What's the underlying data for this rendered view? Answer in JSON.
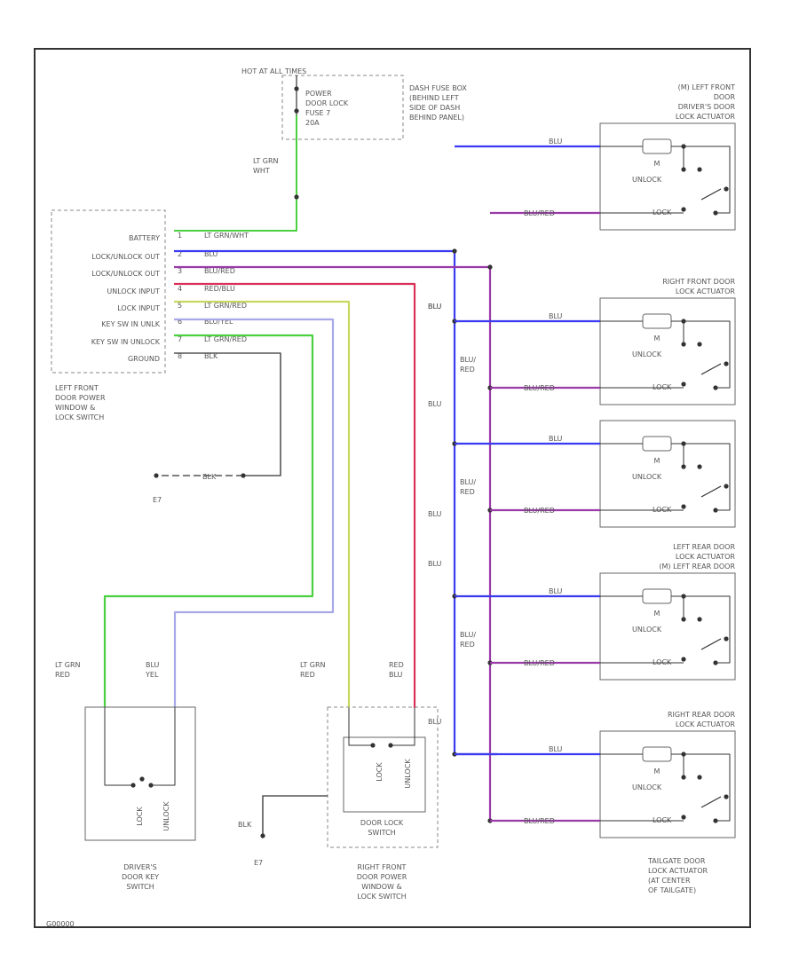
{
  "colors": {
    "blue": "#3a3af0",
    "violet": "#9a3aa8",
    "pink": "#d86aa0",
    "red": "#d83058",
    "green": "#4ad040",
    "yellow_green": "#c8d860",
    "lavender": "#a8a8e8",
    "gray": "#555555",
    "black": "#333333"
  },
  "fuse": {
    "hot": "HOT AT ALL TIMES",
    "label": [
      "POWER",
      "DOOR LOCK",
      "FUSE 7",
      "20A"
    ],
    "box": [
      "DASH FUSE BOX",
      "(BEHIND LEFT",
      "SIDE OF DASH",
      "BEHIND PANEL)"
    ],
    "wire": [
      "LT GRN",
      "WHT"
    ]
  },
  "left_switch": {
    "pins": [
      {
        "label": "BATTERY",
        "wire": "LT GRN/WHT"
      },
      {
        "label": "LOCK/UNLOCK OUT",
        "wire": "BLU"
      },
      {
        "label": "LOCK/UNLOCK OUT",
        "wire": "BLU/RED"
      },
      {
        "label": "UNLOCK INPUT",
        "wire": "RED/BLU"
      },
      {
        "label": "LOCK INPUT",
        "wire": "LT GRN/RED"
      },
      {
        "label": "KEY SW IN UNLK",
        "wire": "BLU/YEL"
      },
      {
        "label": "KEY SW IN UNLOCK",
        "wire": "LT GRN/RED"
      },
      {
        "label": "GROUND",
        "wire": "BLK"
      }
    ],
    "name": [
      "LEFT FRONT",
      "DOOR POWER",
      "WINDOW &",
      "LOCK SWITCH"
    ],
    "gnd_wire": "BLK",
    "gnd_ref": "E7"
  },
  "trunk_labels": [
    "BLU",
    "BLU/RED",
    "BLU",
    "BLU/RED",
    "BLU",
    "BLU/RED"
  ],
  "actuators": [
    {
      "name": [
        "(M) LEFT FRONT",
        "DOOR",
        "DRIVER'S DOOR",
        "LOCK ACTUATOR"
      ],
      "w1": "BLU",
      "w2": "BLU/RED"
    },
    {
      "name": [
        "RIGHT FRONT DOOR",
        "LOCK ACTUATOR"
      ],
      "w1": "BLU",
      "w2": "BLU/RED"
    },
    {
      "name": [],
      "w1": "BLU",
      "w2": "BLU/RED"
    },
    {
      "name": [
        "LEFT REAR DOOR",
        "LOCK ACTUATOR",
        "(M) LEFT REAR DOOR"
      ],
      "w1": "BLU",
      "w2": "BLU/RED"
    },
    {
      "name": [
        "RIGHT REAR DOOR",
        "LOCK ACTUATOR"
      ],
      "w1": "BLU",
      "w2": "BLU/RED"
    }
  ],
  "actuator_text": {
    "motor": "M",
    "unlock": "UNLOCK",
    "lock": "LOCK"
  },
  "tailgate": [
    "TAILGATE DOOR",
    "LOCK ACTUATOR",
    "(AT CENTER",
    "OF TAILGATE)"
  ],
  "key_switch": {
    "wire_left": [
      "LT GRN",
      "RED"
    ],
    "wire_right": [
      "BLU",
      "YEL"
    ],
    "contacts": [
      "LOCK",
      "UNLOCK"
    ],
    "name": [
      "DRIVER'S",
      "DOOR KEY",
      "SWITCH"
    ]
  },
  "right_switch": {
    "wire_left": [
      "LT GRN",
      "RED"
    ],
    "wire_right": [
      "RED",
      "BLU"
    ],
    "contacts": [
      "LOCK",
      "UNLOCK"
    ],
    "inner": [
      "DOOR LOCK",
      "SWITCH"
    ],
    "name": [
      "RIGHT FRONT",
      "DOOR POWER",
      "WINDOW &",
      "LOCK SWITCH"
    ],
    "gnd_wire": "BLK",
    "gnd_ref": "E7"
  },
  "footer": "G00000"
}
